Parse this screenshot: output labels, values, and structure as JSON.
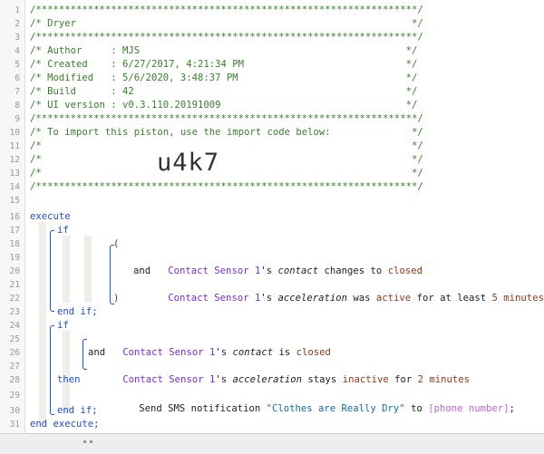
{
  "line_numbers": [
    "1",
    "2",
    "3",
    "4",
    "5",
    "6",
    "7",
    "8",
    "9",
    "10",
    "11",
    "12",
    "13",
    "14",
    "15",
    "16",
    "17",
    "18",
    "19",
    "20",
    "21",
    "22",
    "23",
    "24",
    "25",
    "26",
    "27",
    "28",
    "29",
    "30",
    "31"
  ],
  "header": {
    "l1": "/******************************************************************/",
    "l2": "/* Dryer                                                          */",
    "l3": "/******************************************************************/",
    "l4": "/* Author     : MJS                                              */",
    "l5": "/* Created    : 6/27/2017, 4:21:34 PM                            */",
    "l6": "/* Modified   : 5/6/2020, 3:48:37 PM                             */",
    "l7": "/* Build      : 42                                               */",
    "l8": "/* UI version : v0.3.110.20191009                                */",
    "l9": "/******************************************************************/",
    "l10": "/* To import this piston, use the import code below:              */",
    "l11": "/*                                                                */",
    "l12": "/*                                                                */",
    "l13": "/*                                                                */",
    "l14": "/******************************************************************/",
    "import_code": "u4k7"
  },
  "code": {
    "execute": "execute",
    "if": "if",
    "open_paren": "(",
    "close_paren": ")",
    "and": "and",
    "end_if": "end if;",
    "then": "then",
    "end_execute": "end execute;",
    "block1": {
      "c1_device": "Contact Sensor 1",
      "c1_s": "'s ",
      "c1_attr": "contact",
      "c1_op": " changes to ",
      "c1_val": "closed",
      "c2_device": "Contact Sensor 1",
      "c2_s": "'s ",
      "c2_attr": "acceleration",
      "c2_op": " was ",
      "c2_val": "active",
      "c2_op2": " for at least ",
      "c2_num": "5",
      "c2_unit": "minutes"
    },
    "block2": {
      "c1_device": "Contact Sensor 1",
      "c1_s": "'s ",
      "c1_attr": "contact",
      "c1_op": " is ",
      "c1_val": "closed",
      "c2_device": "Contact Sensor 1",
      "c2_s": "'s ",
      "c2_attr": "acceleration",
      "c2_op": " stays ",
      "c2_val": "inactive",
      "c2_op2": " for ",
      "c2_num": "2",
      "c2_unit": "minutes"
    },
    "action": {
      "cmd": "Send SMS notification ",
      "message": "\"Clothes are Really Dry\"",
      "to": " to ",
      "recipient": "[phone number]",
      "end": ";"
    }
  },
  "colors": {
    "comment": "#3a7d2f",
    "keyword": "#1f4fc4",
    "device": "#7a2fc4",
    "value": "#8a3a1a",
    "string": "#1b6aa5",
    "variable": "#c066d0"
  }
}
